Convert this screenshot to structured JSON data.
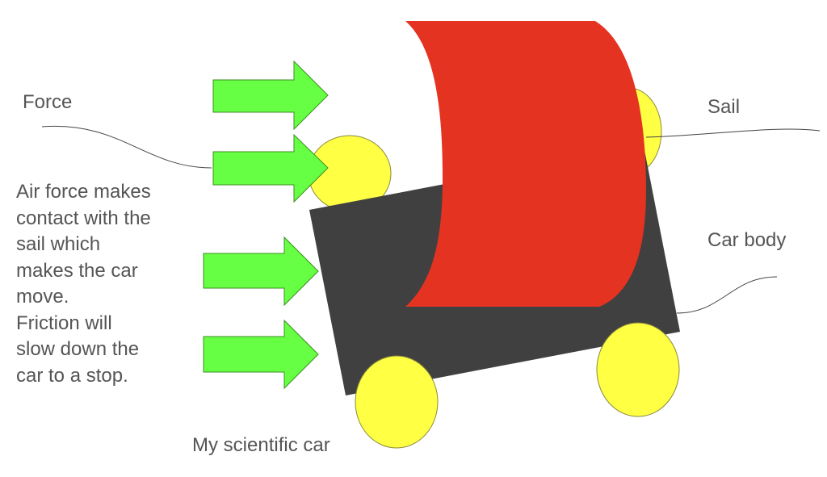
{
  "labels": {
    "force": "Force",
    "sail": "Sail",
    "car_body": "Car body",
    "caption": "My scientific car"
  },
  "description_lines": [
    "Air force makes",
    "contact with the",
    "sail which",
    "makes the car",
    "move.",
    "Friction will",
    "slow down the",
    "car to a stop."
  ],
  "colors": {
    "arrow_fill": "#66ff44",
    "arrow_stroke": "#3b8f1f",
    "wheel_fill": "#ffff44",
    "wheel_stroke": "#8a8a3a",
    "body_fill": "#404040",
    "sail_fill": "#e53321",
    "leader_line": "#444444"
  }
}
